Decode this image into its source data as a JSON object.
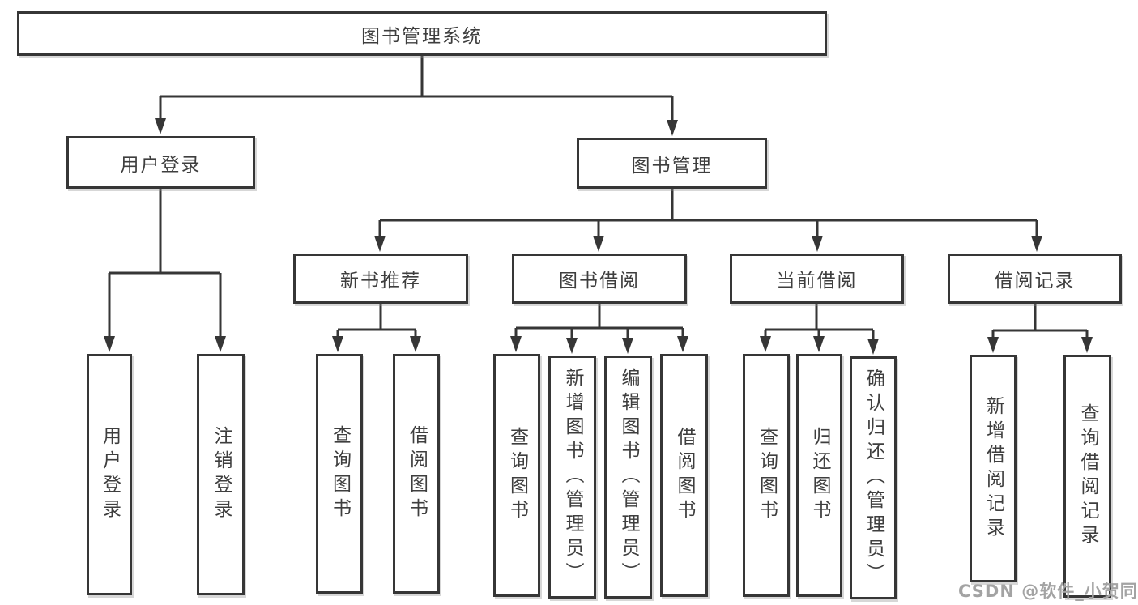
{
  "diagram_title": "图书管理系统",
  "tree": {
    "label": "图书管理系统",
    "children": [
      {
        "label": "用户登录",
        "children": [
          {
            "label": "用户登录"
          },
          {
            "label": "注销登录"
          }
        ]
      },
      {
        "label": "图书管理",
        "children": [
          {
            "label": "新书推荐",
            "children": [
              {
                "label": "查询图书"
              },
              {
                "label": "借阅图书"
              }
            ]
          },
          {
            "label": "图书借阅",
            "children": [
              {
                "label": "查询图书"
              },
              {
                "label": "新增图书（管理员）"
              },
              {
                "label": "编辑图书（管理员）"
              },
              {
                "label": "借阅图书"
              }
            ]
          },
          {
            "label": "当前借阅",
            "children": [
              {
                "label": "查询图书"
              },
              {
                "label": "归还图书"
              },
              {
                "label": "确认归还（管理员）"
              }
            ]
          },
          {
            "label": "借阅记录",
            "children": [
              {
                "label": "新增借阅记录"
              },
              {
                "label": "查询借阅记录"
              }
            ]
          }
        ]
      }
    ]
  },
  "watermark": {
    "text": "CSDN @软件_小贺同学",
    "color": "#a3a3a3"
  },
  "colors": {
    "line": "#363636",
    "box_border": "#363636",
    "text": "#3e3e3e",
    "background": "#ffffff"
  }
}
